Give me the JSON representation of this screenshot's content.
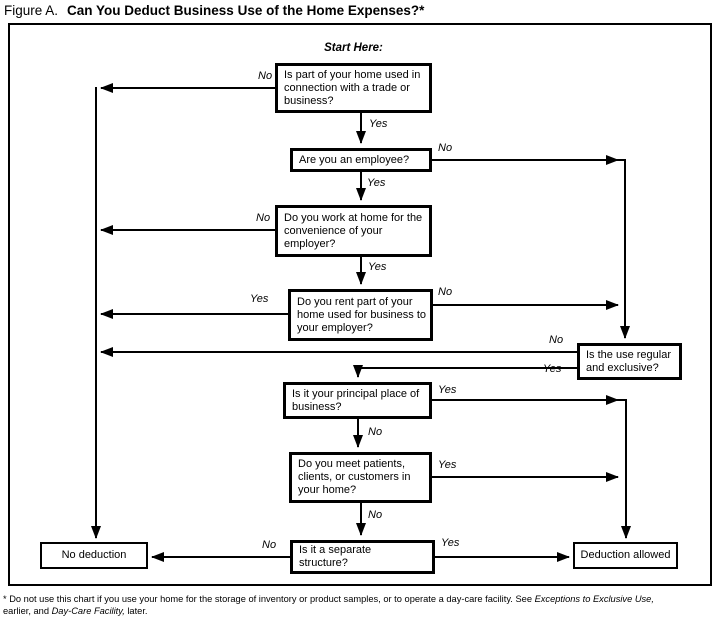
{
  "figure": {
    "label": "Figure A.",
    "title": "Can You Deduct Business Use of the Home Expenses?*"
  },
  "start_label": "Start Here:",
  "nodes": {
    "q1": "Is part of your home used in connection with a trade or business?",
    "q2": "Are you an employee?",
    "q3": "Do you work at home for the convenience of your employer?",
    "q4": "Do you rent part of your home used for business to your employer?",
    "q5r": "Is the use regular and exclusive?",
    "q5": "Is it your principal place of business?",
    "q6": "Do you meet patients, clients, or customers in your home?",
    "q7": "Is it a separate structure?",
    "no_deduction": "No deduction",
    "deduction_allowed": "Deduction allowed"
  },
  "edge_labels": {
    "q1_no": "No",
    "q1_yes": "Yes",
    "q2_no": "No",
    "q2_yes": "Yes",
    "q3_no": "No",
    "q3_yes": "Yes",
    "q4_yes": "Yes",
    "q4_no": "No",
    "q5r_no": "No",
    "q5r_yes": "Yes",
    "q5_yes": "Yes",
    "q5_no": "No",
    "q6_yes": "Yes",
    "q6_no": "No",
    "q7_no": "No",
    "q7_yes": "Yes"
  },
  "footnote": {
    "part1": "* Do not use this chart if you use your home for the storage of inventory or product samples, or to operate a day-care facility. See ",
    "italic1": "Exceptions to Exclusive Use,",
    "part2": "earlier, and ",
    "italic2": "Day-Care Facility,",
    "part3": " later."
  },
  "colors": {
    "ink": "#000000",
    "background": "#ffffff"
  }
}
